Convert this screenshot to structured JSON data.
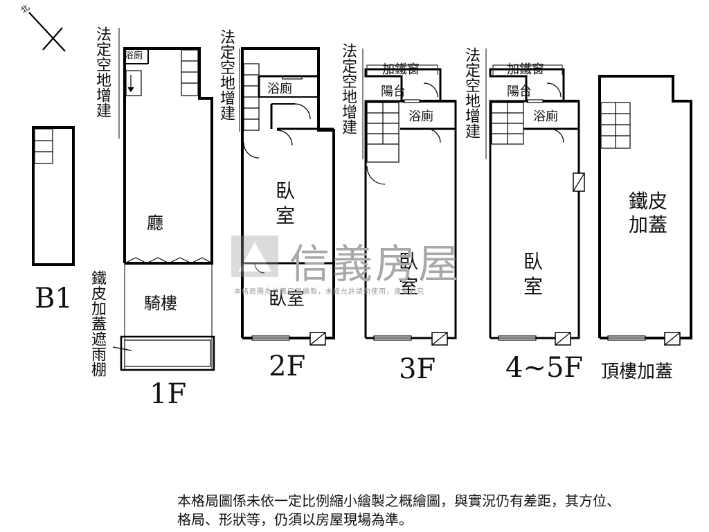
{
  "compass": {
    "label": "北"
  },
  "floors": {
    "b1": {
      "name": "B1"
    },
    "f1": {
      "name": "1F",
      "room_bath": "浴廁",
      "room_hall": "廳",
      "room_arcade": "騎樓"
    },
    "f2": {
      "name": "2F",
      "room_bath": "浴廁",
      "room_bed_upper": "臥\n室",
      "room_bed_lower": "臥室"
    },
    "f3": {
      "name": "3F",
      "room_balcony": "陽台",
      "room_bath": "浴廁",
      "room_bed": "臥\n室",
      "window_label": "加鐵窗"
    },
    "f45": {
      "name": "4~5F",
      "room_balcony": "陽台",
      "room_bath": "浴廁",
      "room_bed": "臥\n室",
      "window_label": "加鐵窗"
    },
    "roof": {
      "name": "頂樓加蓋",
      "room": "鐵皮\n加蓋"
    }
  },
  "annotations": {
    "legal_space_1": "法定空地增建",
    "legal_space_2": "法定空地增建",
    "legal_space_3": "法定空地增建",
    "legal_space_4": "法定空地增建",
    "canopy": "鐵皮加蓋遮雨棚"
  },
  "watermark": {
    "brand": "信義房屋",
    "notice": "本格局圖為信義房屋繪製，未經允許請勿使用，違者必究"
  },
  "disclaimer": "本格局圖係未依一定比例縮小繪製之概繪圖，與實況仍有差距，其方位、格局、形狀等，仍須以房屋現場為準。"
}
